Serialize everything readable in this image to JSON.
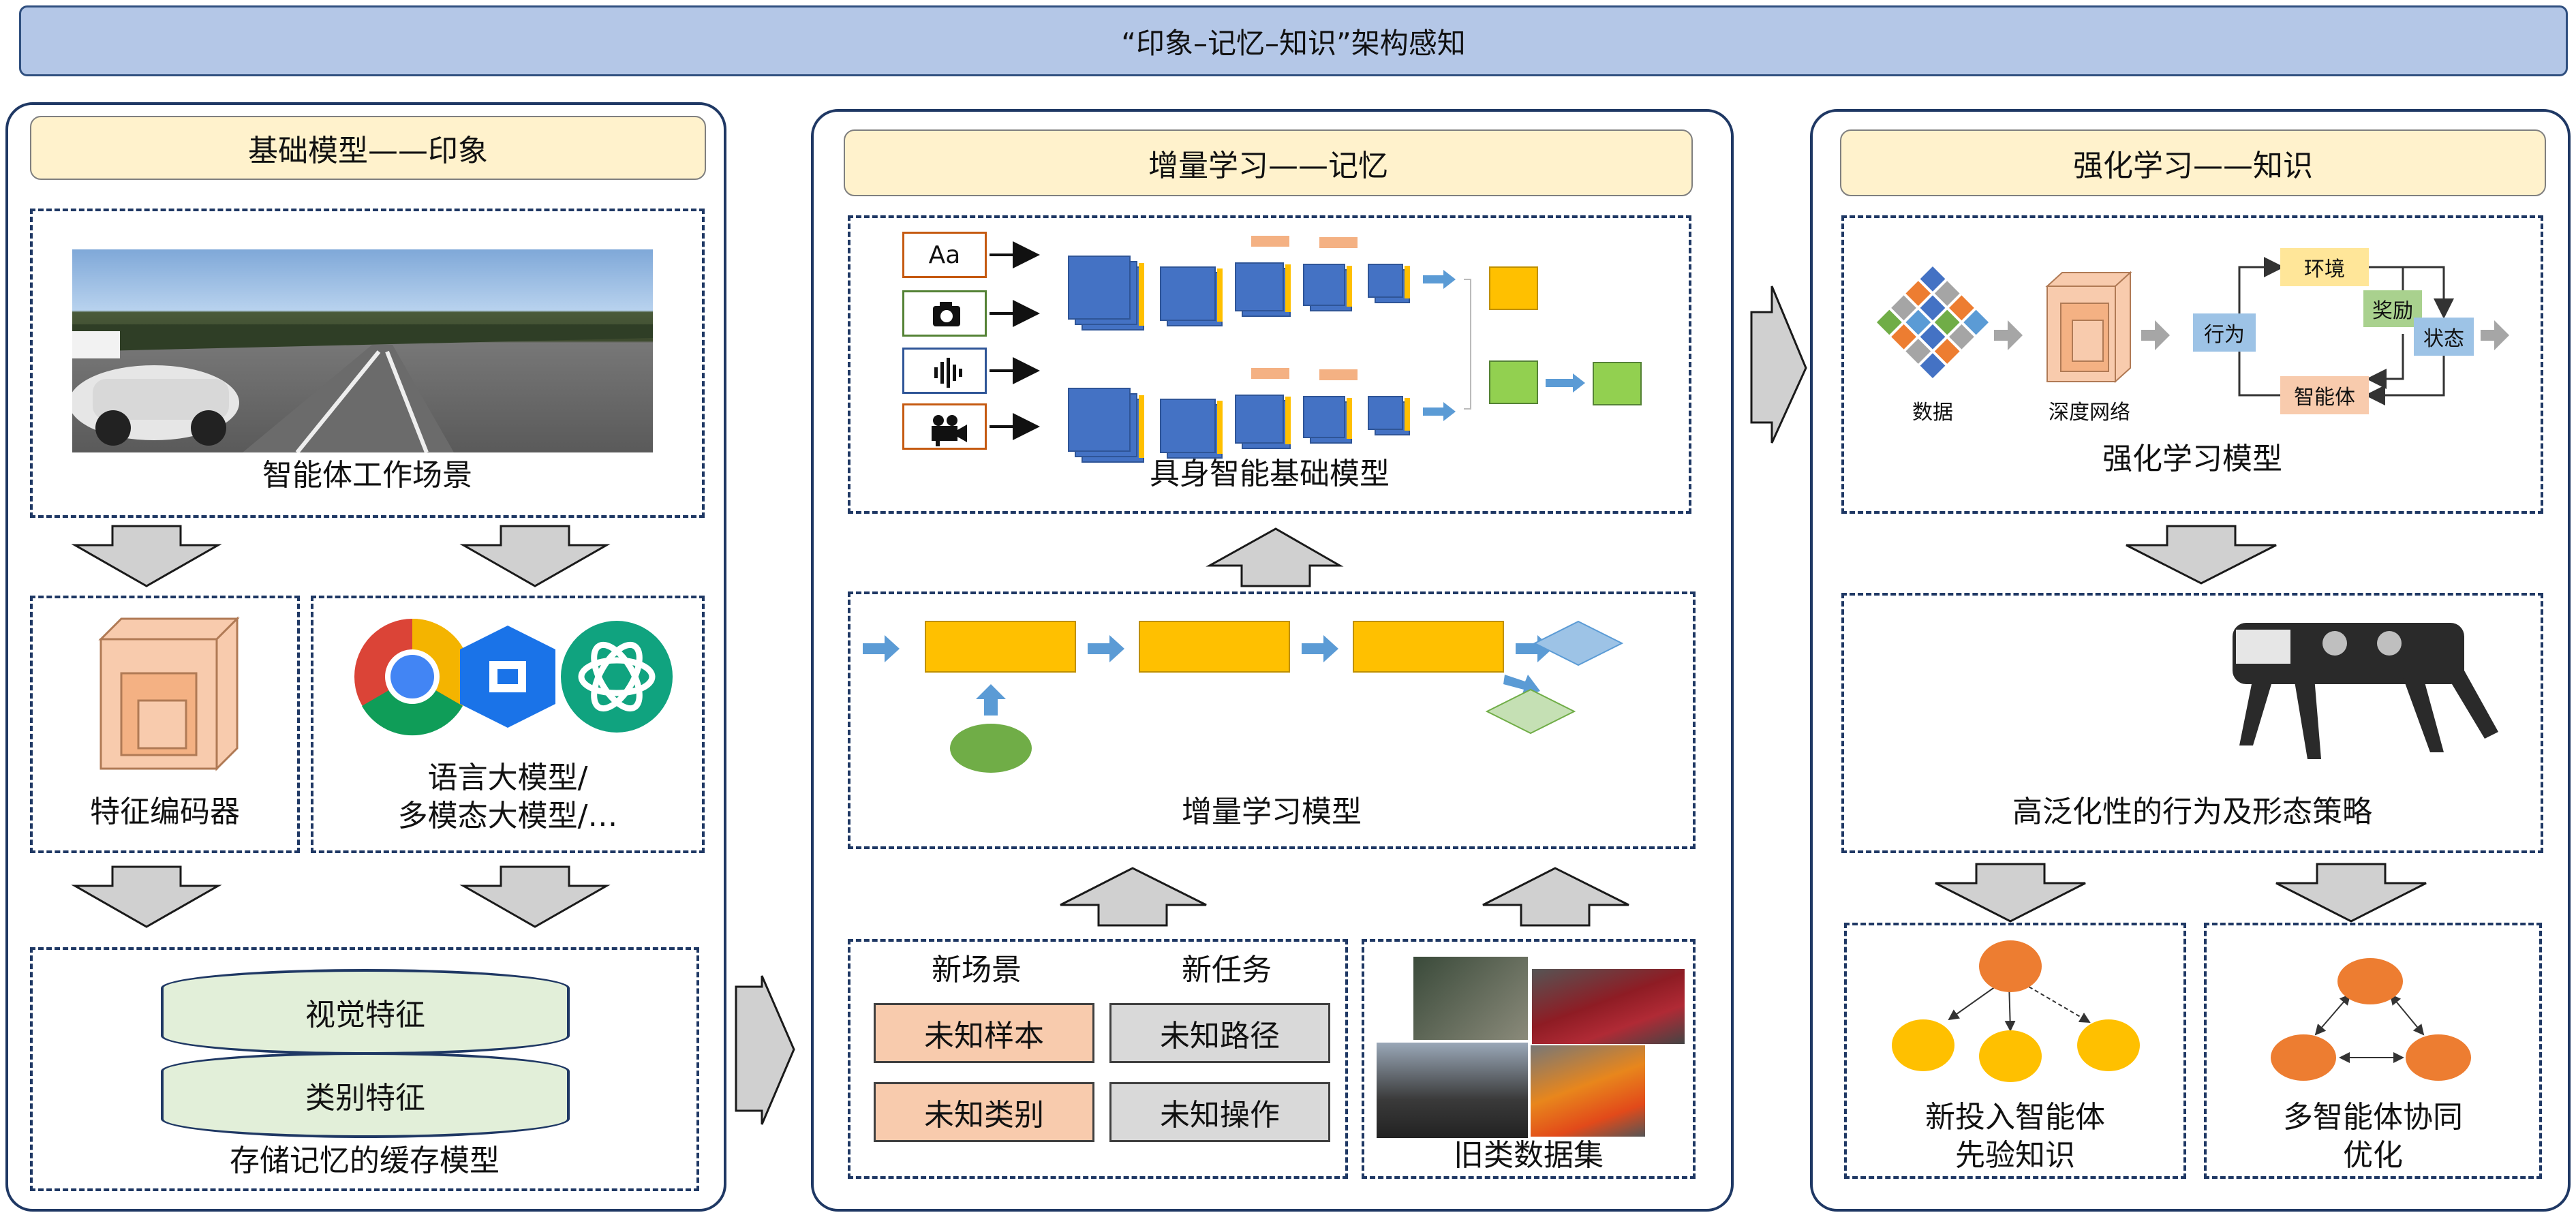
{
  "title": "“印象–记忆–知识”架构感知",
  "panels": {
    "left": {
      "header": "基础模型——印象",
      "scene_caption": "智能体工作场景",
      "encoder_caption": "特征编码器",
      "llm_caption_line1": "语言大模型/",
      "llm_caption_line2": "多模态大模型/…",
      "cylinder_top": "视觉特征",
      "cylinder_bottom": "类别特征",
      "cache_caption": "存储记忆的缓存模型"
    },
    "middle": {
      "header": "增量学习——记忆",
      "embodied_caption": "具身智能基础模型",
      "text_icon": "Aa",
      "incremental_caption": "增量学习模型",
      "new_scene": "新场景",
      "new_task": "新任务",
      "unknown_sample": "未知样本",
      "unknown_path": "未知路径",
      "unknown_class": "未知类别",
      "unknown_operation": "未知操作",
      "old_dataset_caption": "旧类数据集"
    },
    "right": {
      "header": "强化学习——知识",
      "data_label": "数据",
      "network_label": "深度网络",
      "action_label": "行为",
      "env_label": "环境",
      "reward_label": "奖励",
      "state_label": "状态",
      "agent_label": "智能体",
      "rl_caption": "强化学习模型",
      "policy_caption": "高泛化性的行为及形态策略",
      "prior_caption_line1": "新投入智能体",
      "prior_caption_line2": "先验知识",
      "collab_caption_line1": "多智能体协同",
      "collab_caption_line2": "优化"
    }
  },
  "colors": {
    "title_bg": "#b4c7e7",
    "panel_border": "#1f3864",
    "header_bg": "#fff2cc",
    "cylinder_fill": "#e2efd9",
    "yellow_block": "#ffc000",
    "blue_block": "#4472c4",
    "green_block": "#92d050",
    "orange_node": "#ed7d31",
    "yellow_node": "#ffc000",
    "grey_arrow": "#d0d0d0"
  }
}
